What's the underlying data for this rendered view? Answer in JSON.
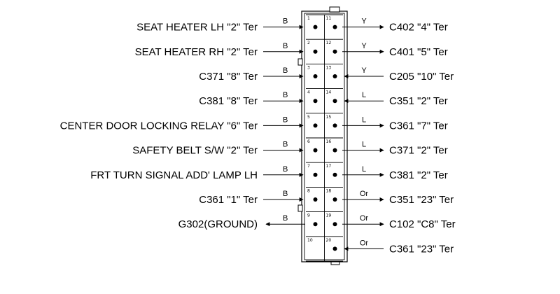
{
  "connector": {
    "left_pins": [
      {
        "pin": "1",
        "label": "SEAT HEATER LH \"2\" Ter",
        "wire": "B",
        "direction": "in"
      },
      {
        "pin": "2",
        "label": "SEAT HEATER RH \"2\" Ter",
        "wire": "B",
        "direction": "in"
      },
      {
        "pin": "3",
        "label": "C371 \"8\" Ter",
        "wire": "B",
        "direction": "in"
      },
      {
        "pin": "4",
        "label": "C381 \"8\" Ter",
        "wire": "B",
        "direction": "in"
      },
      {
        "pin": "5",
        "label": "CENTER DOOR LOCKING RELAY \"6\" Ter",
        "wire": "B",
        "direction": "in"
      },
      {
        "pin": "6",
        "label": "SAFETY BELT S/W \"2\" Ter",
        "wire": "B",
        "direction": "in"
      },
      {
        "pin": "7",
        "label": "FRT TURN SIGNAL ADD' LAMP LH",
        "wire": "B",
        "direction": "in"
      },
      {
        "pin": "8",
        "label": "C361 \"1\" Ter",
        "wire": "B",
        "direction": "in"
      },
      {
        "pin": "9",
        "label": "G302(GROUND)",
        "wire": "B",
        "direction": "out"
      },
      {
        "pin": "10",
        "label": "",
        "wire": "",
        "direction": "none"
      }
    ],
    "right_pins": [
      {
        "pin": "11",
        "label": "C402 \"4\" Ter",
        "wire": "Y",
        "direction": "out"
      },
      {
        "pin": "12",
        "label": "C401 \"5\" Ter",
        "wire": "Y",
        "direction": "out"
      },
      {
        "pin": "13",
        "label": "C205 \"10\" Ter",
        "wire": "Y",
        "direction": "in"
      },
      {
        "pin": "14",
        "label": "C351 \"2\" Ter",
        "wire": "L",
        "direction": "in"
      },
      {
        "pin": "15",
        "label": "C361 \"7\" Ter",
        "wire": "L",
        "direction": "out"
      },
      {
        "pin": "16",
        "label": "C371 \"2\" Ter",
        "wire": "L",
        "direction": "out"
      },
      {
        "pin": "17",
        "label": "C381 \"2\" Ter",
        "wire": "L",
        "direction": "out"
      },
      {
        "pin": "18",
        "label": "C351 \"23\" Ter",
        "wire": "Or",
        "direction": "out"
      },
      {
        "pin": "19",
        "label": "C102 \"C8\" Ter",
        "wire": "Or",
        "direction": "out"
      },
      {
        "pin": "20",
        "label": "C361 \"23\" Ter",
        "wire": "Or",
        "direction": "in"
      }
    ]
  }
}
